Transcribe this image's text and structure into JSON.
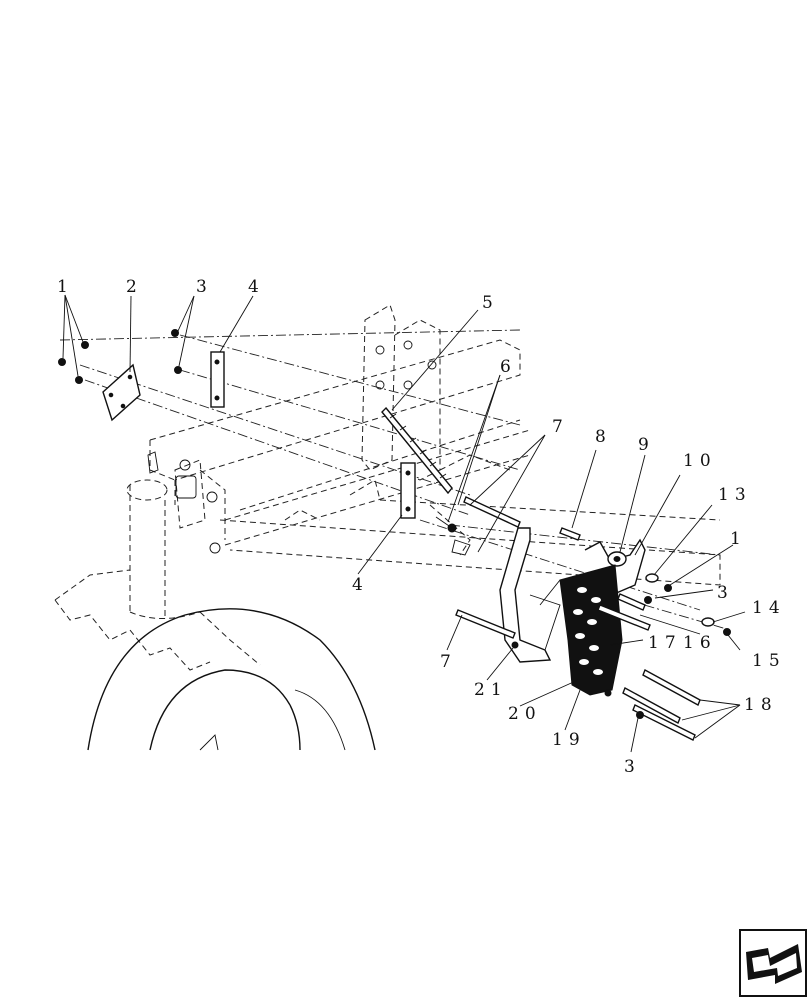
{
  "callouts": {
    "c1a": "1",
    "c2": "2",
    "c3a": "3",
    "c4a": "4",
    "c5": "5",
    "c6": "6",
    "c7a": "7",
    "c8": "8",
    "c9": "9",
    "c10": "10",
    "c13": "13",
    "c1b": "1",
    "c3b": "3",
    "c14": "14",
    "c16": "16",
    "c17": "17",
    "c15": "15",
    "c4b": "4",
    "c7b": "7",
    "c21": "21",
    "c20": "20",
    "c19": "19",
    "c18": "18",
    "c3c": "3"
  },
  "icons": {
    "nav_arrow": "forward-arrow-icon"
  }
}
